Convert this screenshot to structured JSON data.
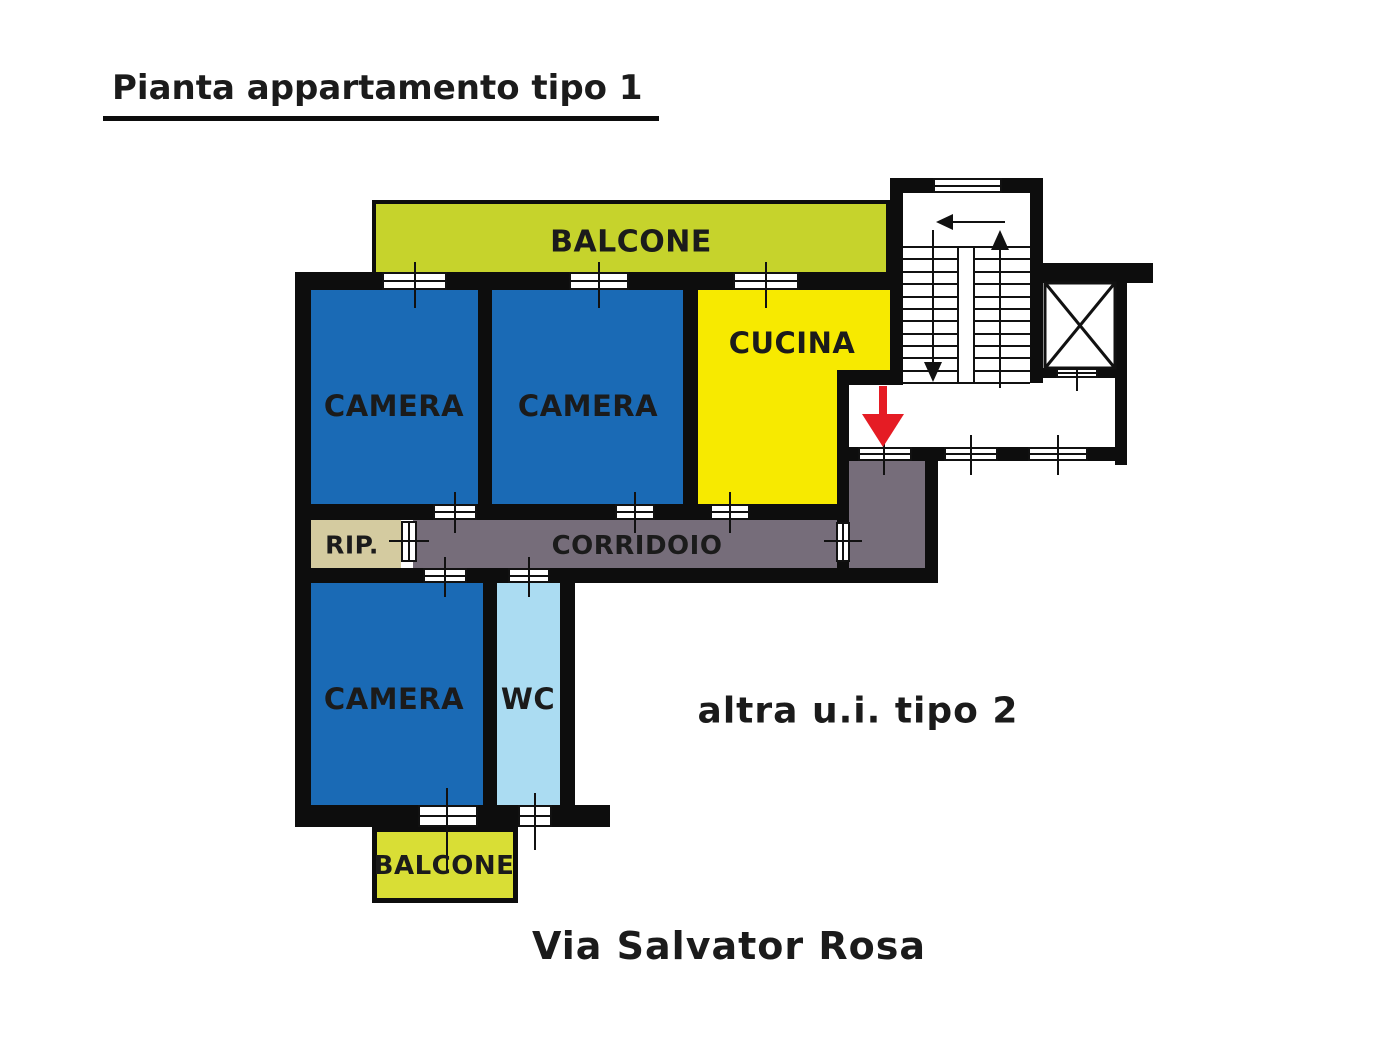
{
  "title": "Pianta appartamento tipo 1",
  "plan": {
    "rooms": {
      "balcone_top": "BALCONE",
      "camera_1": "CAMERA",
      "camera_2": "CAMERA",
      "cucina": "CUCINA",
      "rip": "RIP.",
      "corridoio": "CORRIDOIO",
      "camera_3": "CAMERA",
      "wc": "WC",
      "balcone_bottom": "BALCONE"
    },
    "annotation_other_unit": "altra u.i. tipo 2",
    "street_label": "Via Salvator Rosa"
  },
  "colors": {
    "room_blue": "#1a6ab5",
    "kitchen_yellow": "#f7ea00",
    "balcony_green_top": "#c6d32c",
    "balcony_green_bottom": "#d9de35",
    "corridor_gray": "#766d7a",
    "rip_tan": "#d4cba0",
    "wc_lightblue": "#abdcf2",
    "wall_black": "#0d0d0d",
    "entry_arrow_red": "#e51c24",
    "text_dark": "#1b1b1b"
  }
}
